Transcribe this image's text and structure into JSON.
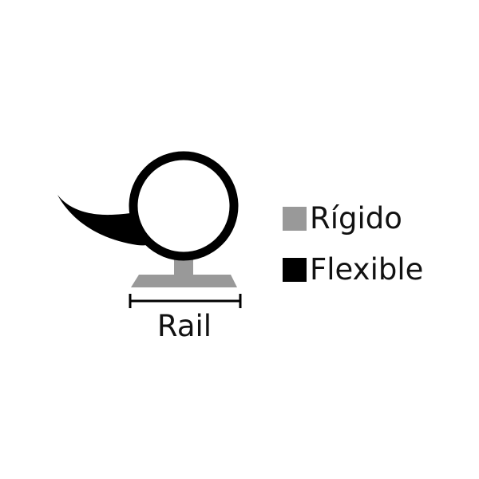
{
  "legend": {
    "rigid": {
      "label": "Rígido",
      "color": "#999999"
    },
    "flexible": {
      "label": "Flexible",
      "color": "#000000"
    }
  },
  "dimension": {
    "label": "Rail"
  },
  "shapes": {
    "bulb": {
      "icon": "hollow-circle-flexible-seal",
      "color": "#000000"
    },
    "tail": {
      "icon": "curved-flexible-fin",
      "color": "#000000"
    },
    "base": {
      "icon": "rigid-t-rail-base",
      "color": "#999999"
    },
    "dimension_line": {
      "icon": "horizontal-dimension-line",
      "color": "#000000"
    }
  }
}
